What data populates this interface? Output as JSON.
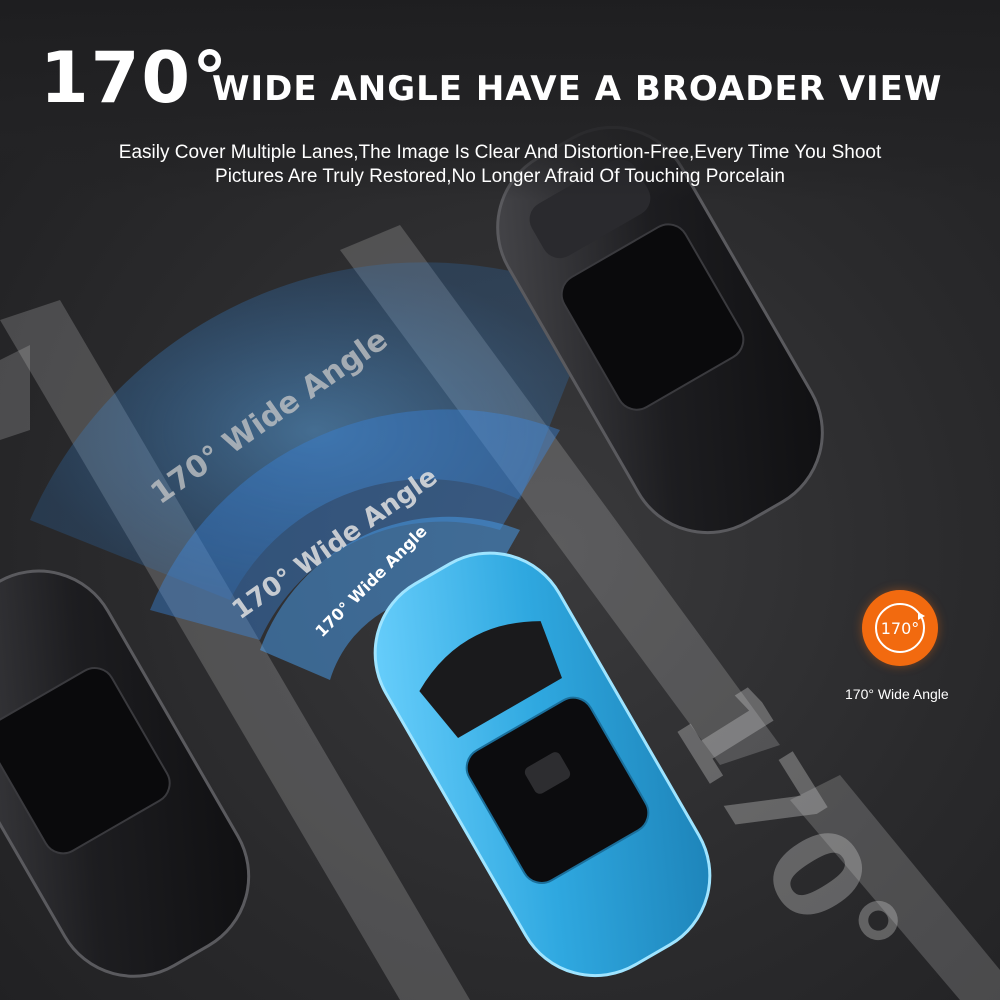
{
  "header": {
    "degree": "170°",
    "headline": "WIDE ANGLE HAVE A BROADER VIEW",
    "subtitle_line1": "Easily Cover Multiple Lanes,The Image Is Clear And Distortion-Free,Every Time You Shoot",
    "subtitle_line2": "Pictures Are Truly Restored,No Longer Afraid Of Touching Porcelain"
  },
  "arcs": {
    "outer_label": "170° Wide Angle",
    "middle_label": "170° Wide Angle",
    "inner_label": "170° Wide Angle"
  },
  "badge": {
    "icon_text": "170°",
    "label": "170° Wide Angle",
    "color": "#f26a0f"
  },
  "road": {
    "painted_text": "170°"
  },
  "colors": {
    "arc_blue": "#3aa0ff",
    "car_cyan": "#3fb8e8",
    "car_dark": "#1c1c1e",
    "background": "#2b2b2d"
  }
}
